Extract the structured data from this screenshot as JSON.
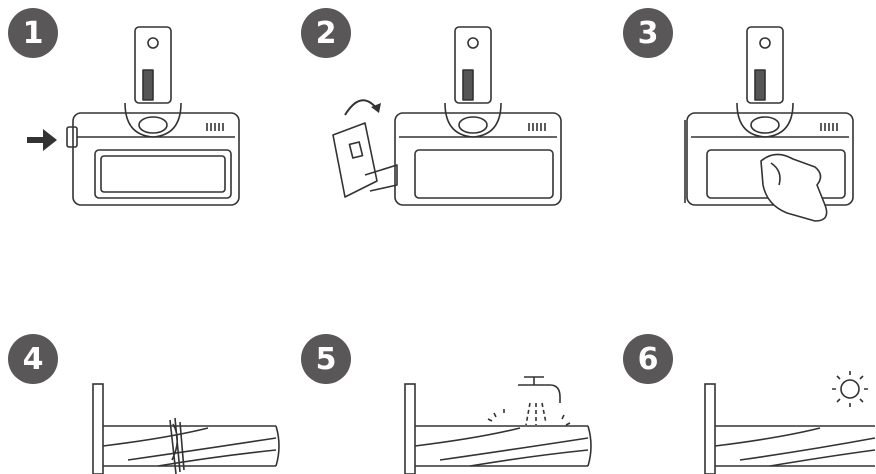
{
  "steps": [
    {
      "number": "1",
      "icon": "remove-brush-cover-icon"
    },
    {
      "number": "2",
      "icon": "open-cover-icon"
    },
    {
      "number": "3",
      "icon": "wipe-brush-head-icon"
    },
    {
      "number": "4",
      "icon": "cut-tangled-hair-icon"
    },
    {
      "number": "5",
      "icon": "rinse-roller-icon"
    },
    {
      "number": "6",
      "icon": "sun-dry-roller-icon"
    }
  ],
  "colors": {
    "badge": "#595757",
    "line": "#333333",
    "arrow": "#333333"
  }
}
